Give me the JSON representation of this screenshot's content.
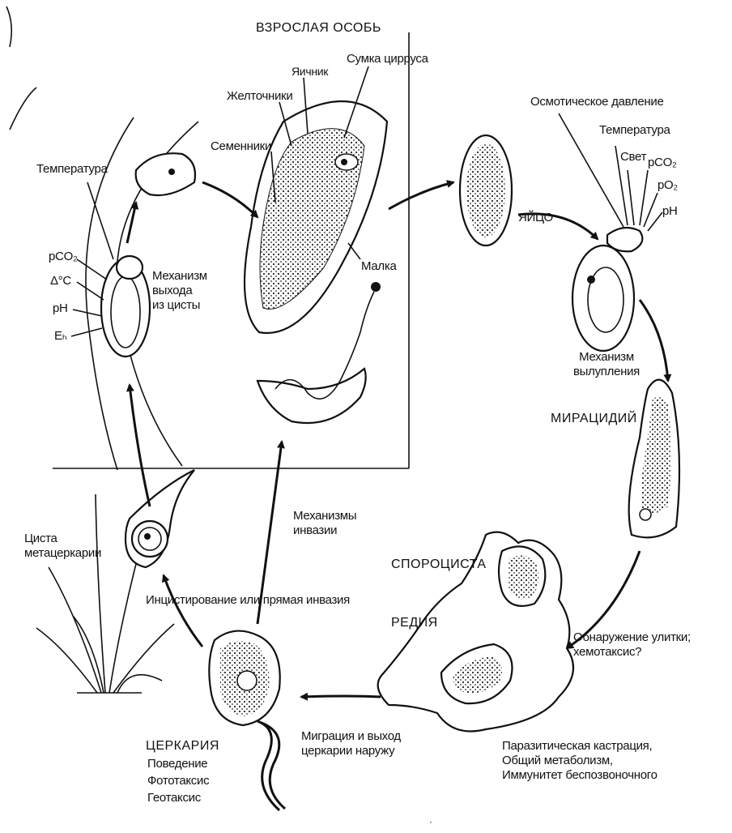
{
  "title": "ВЗРОСЛАЯ ОСОБЬ",
  "adult": {
    "ovary": "Яичник",
    "cirrus_sac": "Сумка цирруса",
    "vitellaria": "Желточники",
    "testes": "Семенники",
    "snail": "Малка"
  },
  "metacercaria_exit": {
    "temperature": "Температура",
    "pco2": "pCO₂",
    "delta_t": "Δ°C",
    "ph": "pH",
    "eh": "Eₕ",
    "mechanism": "Механизм\nвыхода\nиз цисты"
  },
  "egg": {
    "label": "ЯЙЦО",
    "osmotic": "Осмотическое давление",
    "temperature": "Температура",
    "light": "Свет",
    "pco2": "pCO₂",
    "po2": "pO₂",
    "ph": "pH",
    "hatching": "Механизм\nвылупления"
  },
  "miracidium": {
    "label": "МИРАЦИДИЙ"
  },
  "snail_detection": "Обнаружение улитки;\nхемотаксис?",
  "sporocyst": "СПОРОЦИСТА",
  "redia": "РЕДИЯ",
  "host_effects": "Паразитическая кастрация,\nОбщий метаболизм,\nИммунитет беспозвоночного",
  "migration": "Миграция и выход\nцеркарии наружу",
  "cercaria": {
    "label": "ЦЕРКАРИЯ",
    "behavior": "Поведение",
    "phototaxis": "Фототаксис",
    "geotaxis": "Геотаксис"
  },
  "encystment": "Инцистирование или прямая инвазия",
  "cyst": "Циста\nметацеркарии",
  "invasion": "Механизмы\nинвазии"
}
